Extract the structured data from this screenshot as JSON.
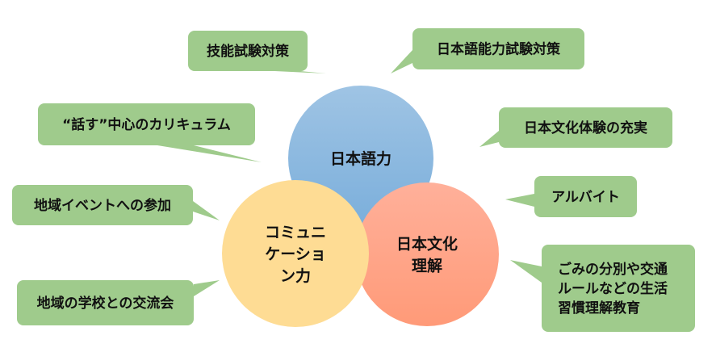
{
  "colors": {
    "callout_fill": "#9fcb8c",
    "blue_circle_top": "#9fc4e4",
    "blue_circle_bottom": "#7aaedb",
    "yellow_circle": "#fedc94",
    "red_circle_top": "#ffb09a",
    "red_circle_bottom": "#ff9a78",
    "text": "#111111"
  },
  "circles": [
    {
      "id": "japanese-ability",
      "lines": [
        "日本語力"
      ]
    },
    {
      "id": "communication",
      "lines": [
        "コミュニ",
        "ケーショ",
        "ン力"
      ]
    },
    {
      "id": "culture-understanding",
      "lines": [
        "日本文化",
        "理解"
      ]
    }
  ],
  "callouts": [
    {
      "id": "skill-test",
      "lines": [
        "技能試験対策"
      ]
    },
    {
      "id": "jlpt",
      "lines": [
        "日本語能力試験対策"
      ]
    },
    {
      "id": "speaking-curriculum",
      "lines": [
        "“話す”中心のカリキュラム"
      ]
    },
    {
      "id": "culture-experience",
      "lines": [
        "日本文化体験の充実"
      ]
    },
    {
      "id": "local-events",
      "lines": [
        "地域イベントへの参加"
      ]
    },
    {
      "id": "part-time-job",
      "lines": [
        "アルバイト"
      ]
    },
    {
      "id": "school-exchange",
      "lines": [
        "地域の学校との交流会"
      ]
    },
    {
      "id": "life-habits",
      "lines": [
        "ごみの分別や交通",
        "ルールなどの生活",
        "習慣理解教育"
      ]
    }
  ]
}
